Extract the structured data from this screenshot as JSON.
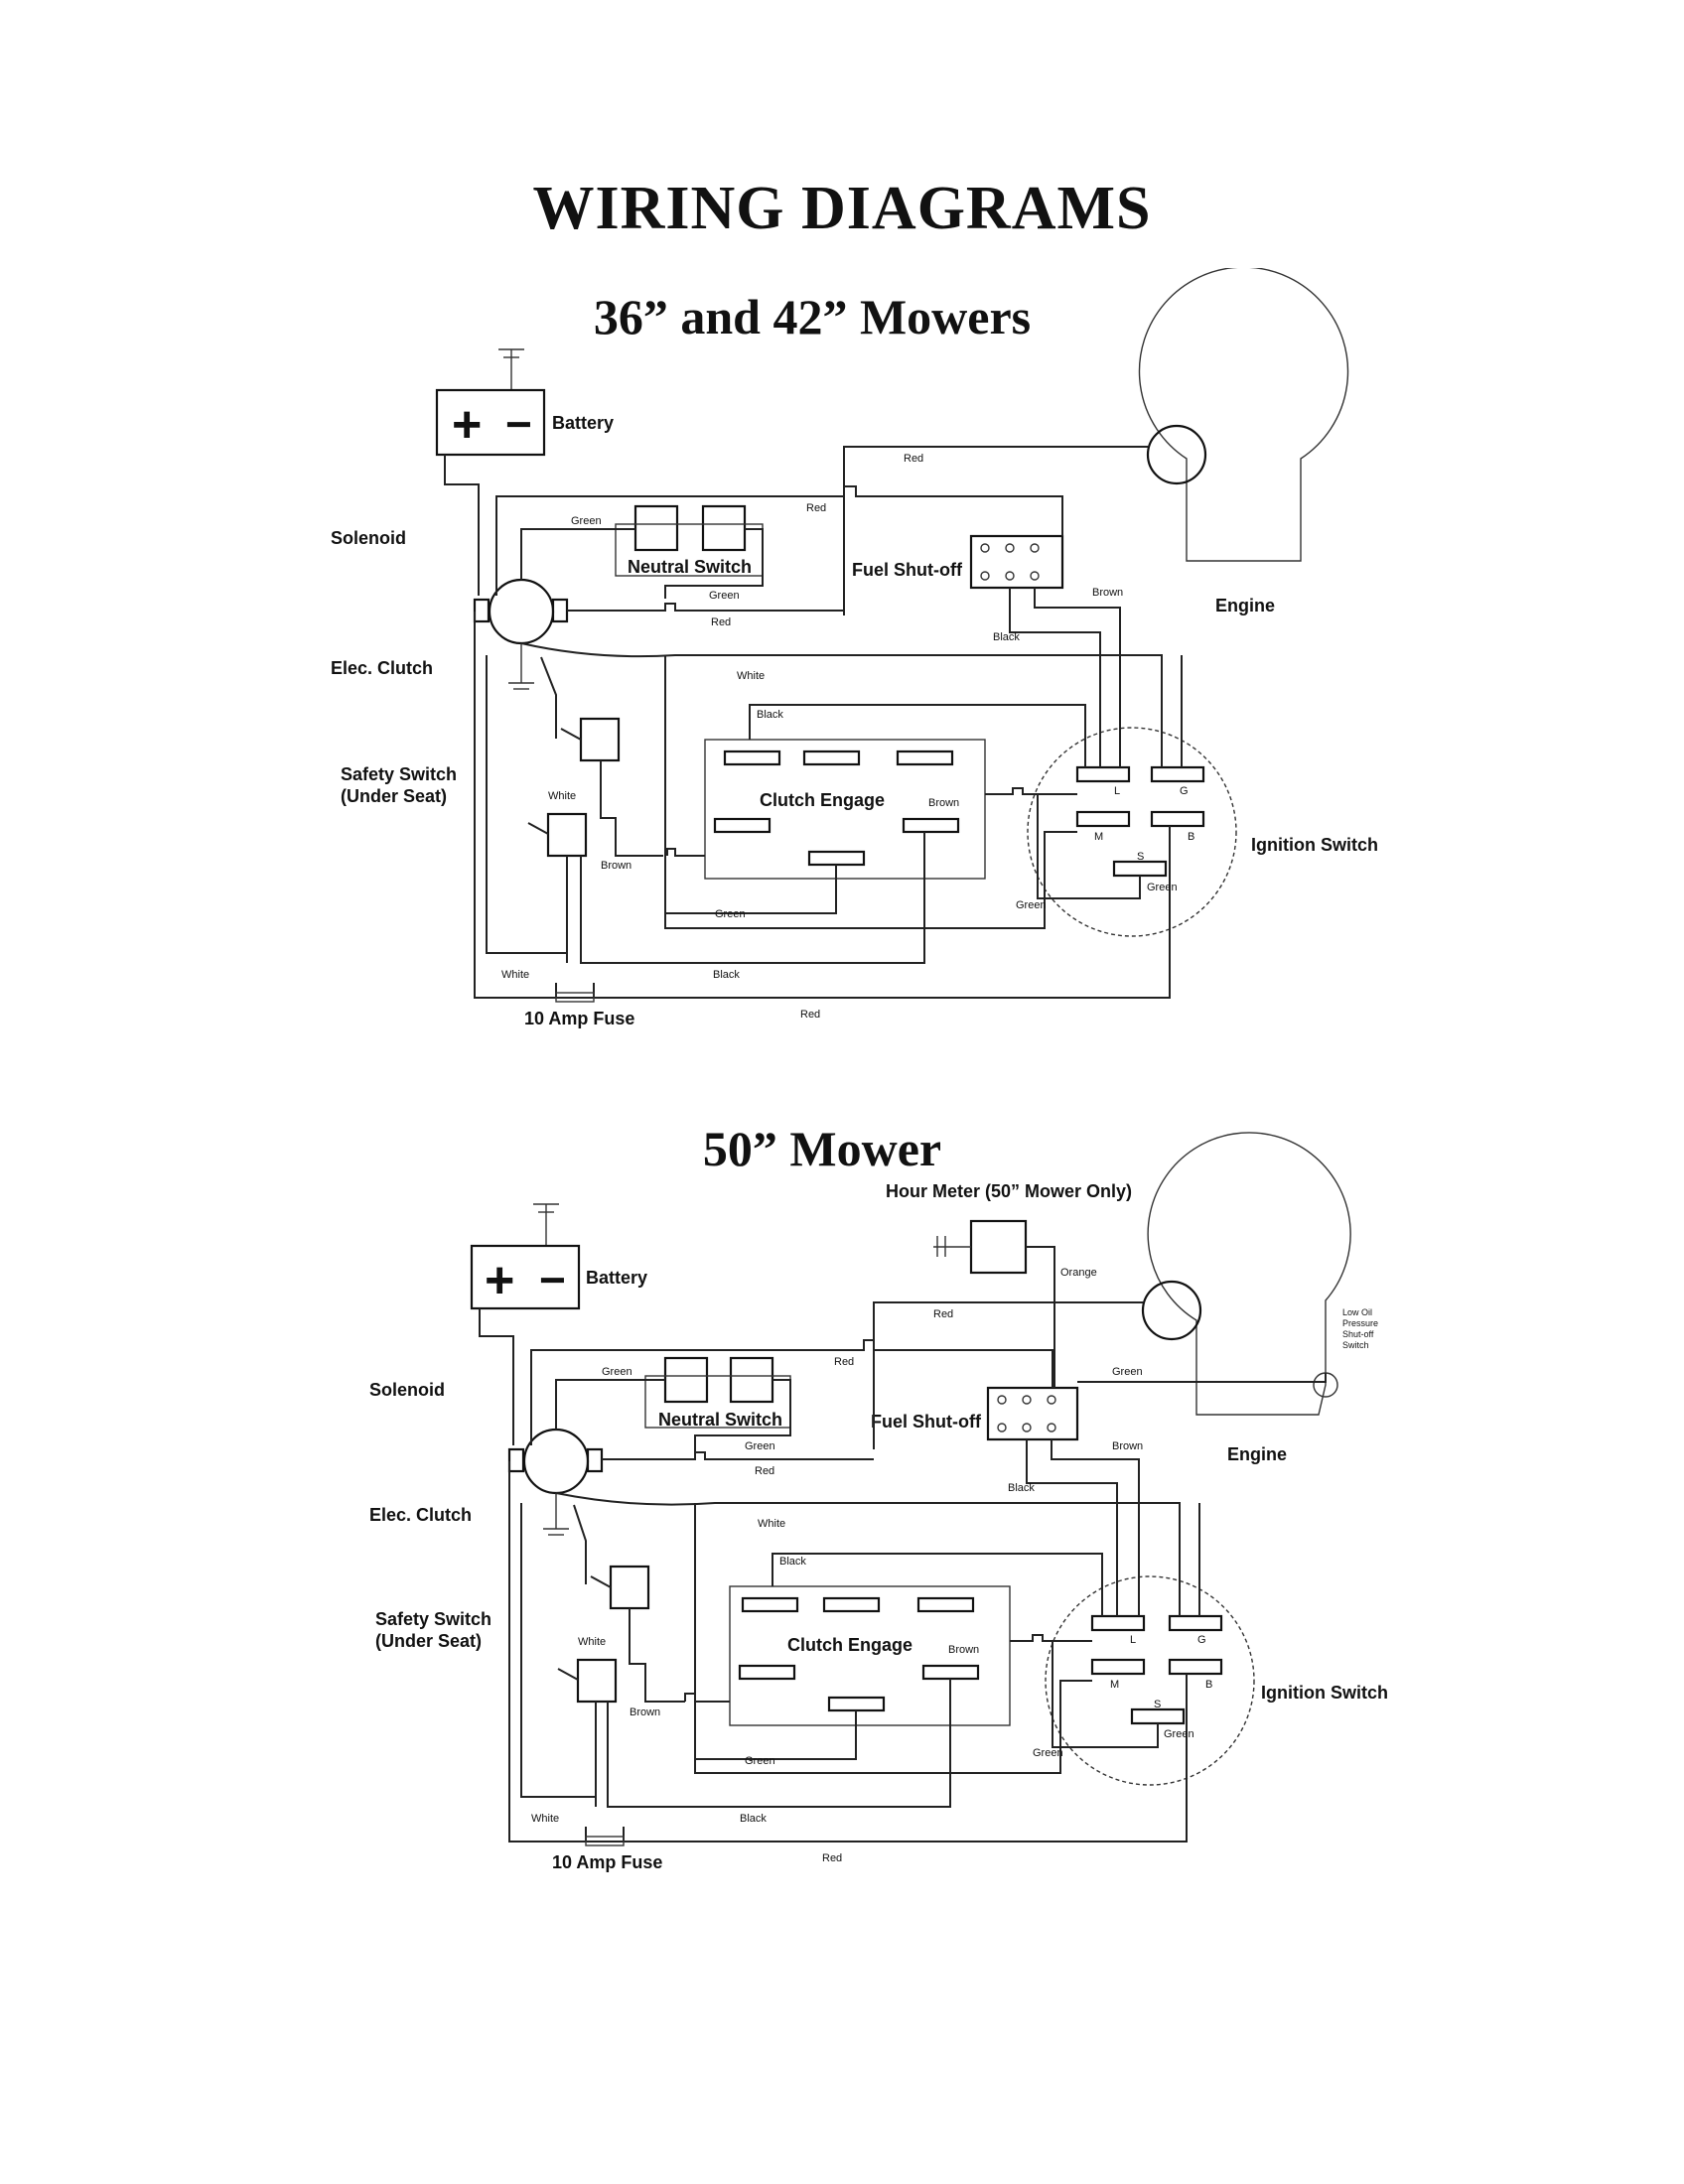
{
  "title": "WIRING DIAGRAMS",
  "diagrams": [
    {
      "heading": "36” and 42” Mowers",
      "labels": {
        "battery": "Battery",
        "battery_plus": "+",
        "battery_minus": "−",
        "solenoid": "Solenoid",
        "neutral_switch": "Neutral Switch",
        "fuel_shutoff": "Fuel Shut-off",
        "engine": "Engine",
        "elec_clutch": "Elec. Clutch",
        "safety_switch_1": "Safety Switch",
        "safety_switch_2": "(Under Seat)",
        "clutch_engage": "Clutch Engage",
        "ignition_switch": "Ignition Switch",
        "fuse": "10 Amp Fuse"
      },
      "wires": {
        "red_top": "Red",
        "red_mid": "Red",
        "green_top": "Green",
        "green_mid": "Green",
        "red_low": "Red",
        "brown_fuel": "Brown",
        "black_fuel": "Black",
        "white": "White",
        "black_clutch": "Black",
        "brown_clutch": "Brown",
        "white_safety": "White",
        "brown_safety": "Brown",
        "green_bottom": "Green",
        "green_ign": "Green",
        "green_ign2": "Green",
        "white_bottom": "White",
        "black_bottom": "Black",
        "red_bottom": "Red"
      },
      "terminals": {
        "L": "L",
        "G": "G",
        "M": "M",
        "B": "B",
        "S": "S"
      }
    },
    {
      "heading": "50” Mower",
      "labels": {
        "hour_meter": "Hour Meter (50” Mower Only)",
        "battery": "Battery",
        "battery_plus": "+",
        "battery_minus": "−",
        "solenoid": "Solenoid",
        "neutral_switch": "Neutral Switch",
        "fuel_shutoff": "Fuel Shut-off",
        "engine": "Engine",
        "low_oil_1": "Low Oil",
        "low_oil_2": "Pressure",
        "low_oil_3": "Shut-off",
        "low_oil_4": "Switch",
        "elec_clutch": "Elec. Clutch",
        "safety_switch_1": "Safety Switch",
        "safety_switch_2": "(Under Seat)",
        "clutch_engage": "Clutch Engage",
        "ignition_switch": "Ignition Switch",
        "fuse": "10 Amp Fuse"
      },
      "wires": {
        "orange": "Orange",
        "red_top": "Red",
        "red_mid": "Red",
        "green_top": "Green",
        "green_fuel": "Green",
        "green_mid": "Green",
        "red_low": "Red",
        "brown_fuel": "Brown",
        "black_fuel": "Black",
        "white": "White",
        "black_clutch": "Black",
        "brown_clutch": "Brown",
        "white_safety": "White",
        "brown_safety": "Brown",
        "green_bottom": "Green",
        "green_ign": "Green",
        "green_ign2": "Green",
        "white_bottom": "White",
        "black_bottom": "Black",
        "red_bottom": "Red"
      },
      "terminals": {
        "L": "L",
        "G": "G",
        "M": "M",
        "B": "B",
        "S": "S"
      }
    }
  ]
}
